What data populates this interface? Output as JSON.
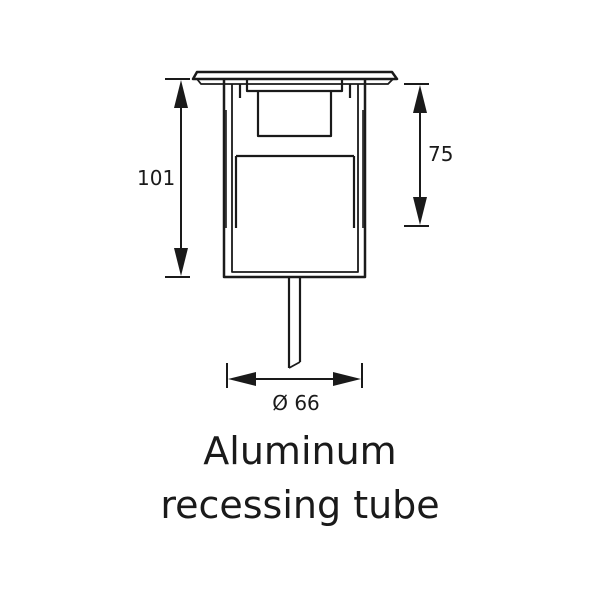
{
  "dimensions": {
    "total_height": "101",
    "inner_height": "75",
    "diameter": "Ø 66"
  },
  "caption": {
    "line1": "Aluminum",
    "line2": "recessing tube"
  },
  "colors": {
    "line": "#1a1a1a",
    "background": "#ffffff"
  }
}
